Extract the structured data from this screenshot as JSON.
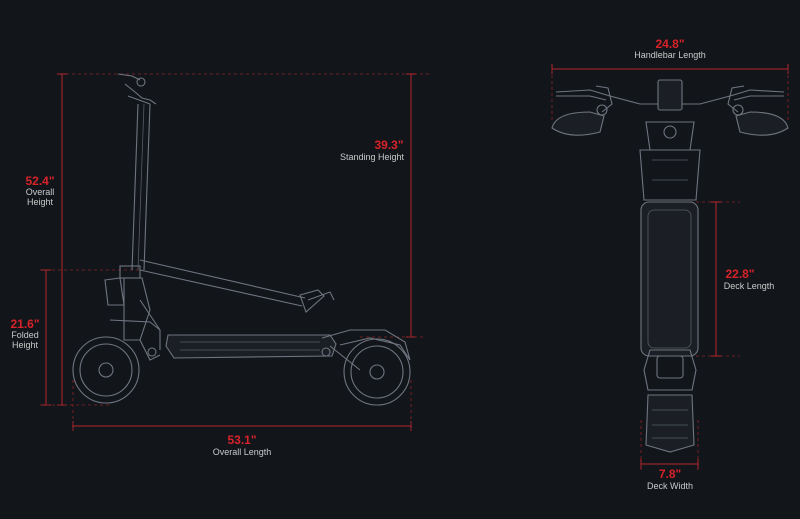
{
  "side_view": {
    "overall_height": {
      "value": "52.4\"",
      "label_line1": "Overall",
      "label_line2": "Height"
    },
    "standing_height": {
      "value": "39.3\"",
      "label": "Standing Height"
    },
    "folded_height": {
      "value": "21.6\"",
      "label_line1": "Folded",
      "label_line2": "Height"
    },
    "overall_length": {
      "value": "53.1\"",
      "label": "Overall Length"
    }
  },
  "top_view": {
    "handlebar_length": {
      "value": "24.8\"",
      "label": "Handlebar Length"
    },
    "deck_length": {
      "value": "22.8\"",
      "label": "Deck Length"
    },
    "deck_width": {
      "value": "7.8\"",
      "label": "Deck Width"
    }
  },
  "colors": {
    "background": "#12151a",
    "dimension": "#d8232a",
    "outline": "#6f7580",
    "label": "#c9c9c9"
  }
}
